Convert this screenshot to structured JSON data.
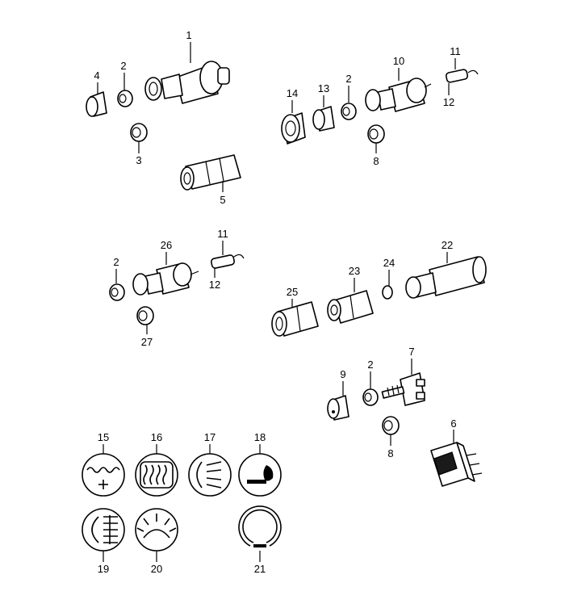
{
  "callouts": {
    "c1": "1",
    "c2a": "2",
    "c3": "3",
    "c4": "4",
    "c5": "5",
    "c14": "14",
    "c13": "13",
    "c2b": "2",
    "c10": "10",
    "c11a": "11",
    "c12a": "12",
    "c8a": "8",
    "c2c": "2",
    "c26": "26",
    "c11b": "11",
    "c12b": "12",
    "c27": "27",
    "c25": "25",
    "c23": "23",
    "c24": "24",
    "c22": "22",
    "c9": "9",
    "c2d": "2",
    "c7": "7",
    "c8b": "8",
    "c6": "6",
    "c15": "15",
    "c16": "16",
    "c17": "17",
    "c18": "18",
    "c19": "19",
    "c20": "20",
    "c21": "21"
  }
}
